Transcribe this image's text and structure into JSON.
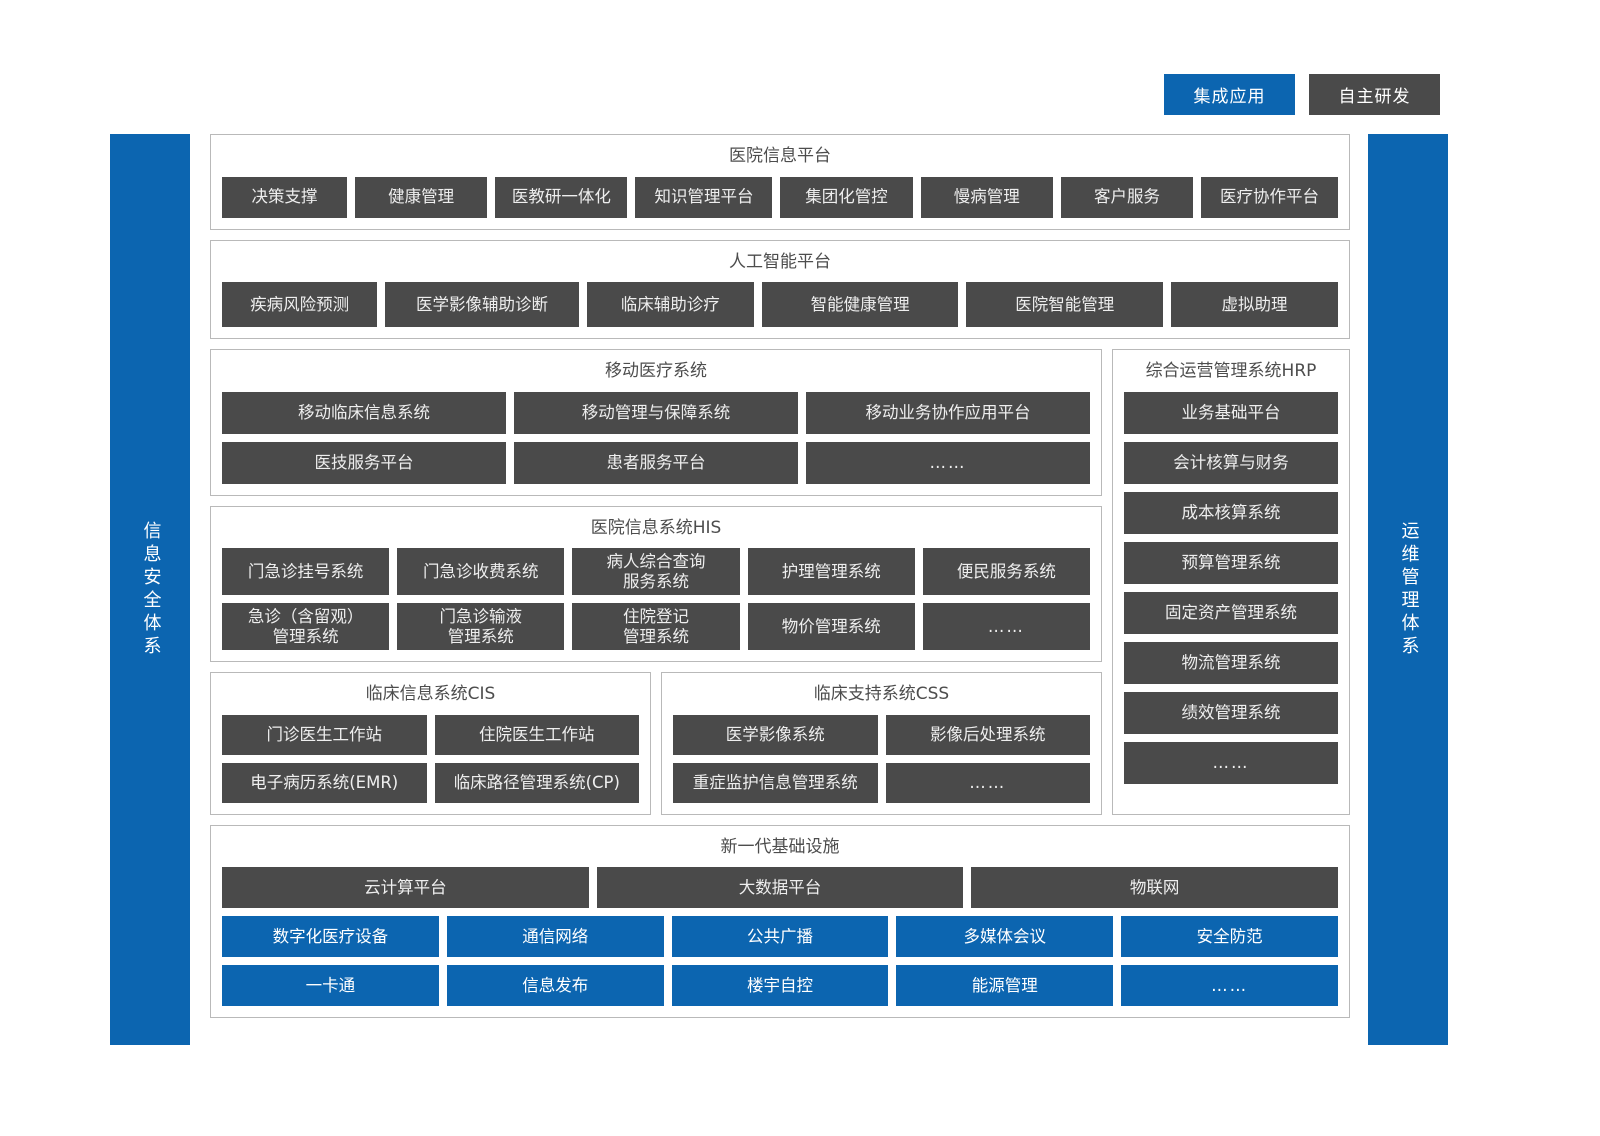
{
  "legend": {
    "integrated_label": "集成应用",
    "self_developed_label": "自主研发",
    "integrated_color": "#0c65b0",
    "self_developed_color": "#4a4a4a"
  },
  "sidebars": {
    "left_label": "信息安全体系",
    "right_label": "运维管理体系"
  },
  "sections": {
    "hospital_info_platform": {
      "title": "医院信息平台",
      "items": [
        "决策支撑",
        "健康管理",
        "医教研一体化",
        "知识管理平台",
        "集团化管控",
        "慢病管理",
        "客户服务",
        "医疗协作平台"
      ]
    },
    "ai_platform": {
      "title": "人工智能平台",
      "items": [
        "疾病风险预测",
        "医学影像辅助诊断",
        "临床辅助诊疗",
        "智能健康管理",
        "医院智能管理",
        "虚拟助理"
      ]
    },
    "mobile_medical": {
      "title": "移动医疗系统",
      "row1": [
        "移动临床信息系统",
        "移动管理与保障系统",
        "移动业务协作应用平台"
      ],
      "row2": [
        "医技服务平台",
        "患者服务平台",
        "……"
      ]
    },
    "his": {
      "title": "医院信息系统HIS",
      "row1": [
        "门急诊挂号系统",
        "门急诊收费系统",
        "病人综合查询\n服务系统",
        "护理管理系统",
        "便民服务系统"
      ],
      "row2": [
        "急诊（含留观）\n管理系统",
        "门急诊输液\n管理系统",
        "住院登记\n管理系统",
        "物价管理系统",
        "……"
      ]
    },
    "cis": {
      "title": "临床信息系统CIS",
      "row1": [
        "门诊医生工作站",
        "住院医生工作站"
      ],
      "row2": [
        "电子病历系统(EMR)",
        "临床路径管理系统(CP)"
      ]
    },
    "css": {
      "title": "临床支持系统CSS",
      "row1": [
        "医学影像系统",
        "影像后处理系统"
      ],
      "row2": [
        "重症监护信息管理系统",
        "……"
      ]
    },
    "hrp": {
      "title": "综合运营管理系统HRP",
      "items": [
        "业务基础平台",
        "会计核算与财务",
        "成本核算系统",
        "预算管理系统",
        "固定资产管理系统",
        "物流管理系统",
        "绩效管理系统",
        "……"
      ]
    },
    "infrastructure": {
      "title": "新一代基础设施",
      "dark_row": [
        "云计算平台",
        "大数据平台",
        "物联网"
      ],
      "blue_row1": [
        "数字化医疗设备",
        "通信网络",
        "公共广播",
        "多媒体会议",
        "安全防范"
      ],
      "blue_row2": [
        "一卡通",
        "信息发布",
        "楼宇自控",
        "能源管理",
        "……"
      ]
    }
  }
}
